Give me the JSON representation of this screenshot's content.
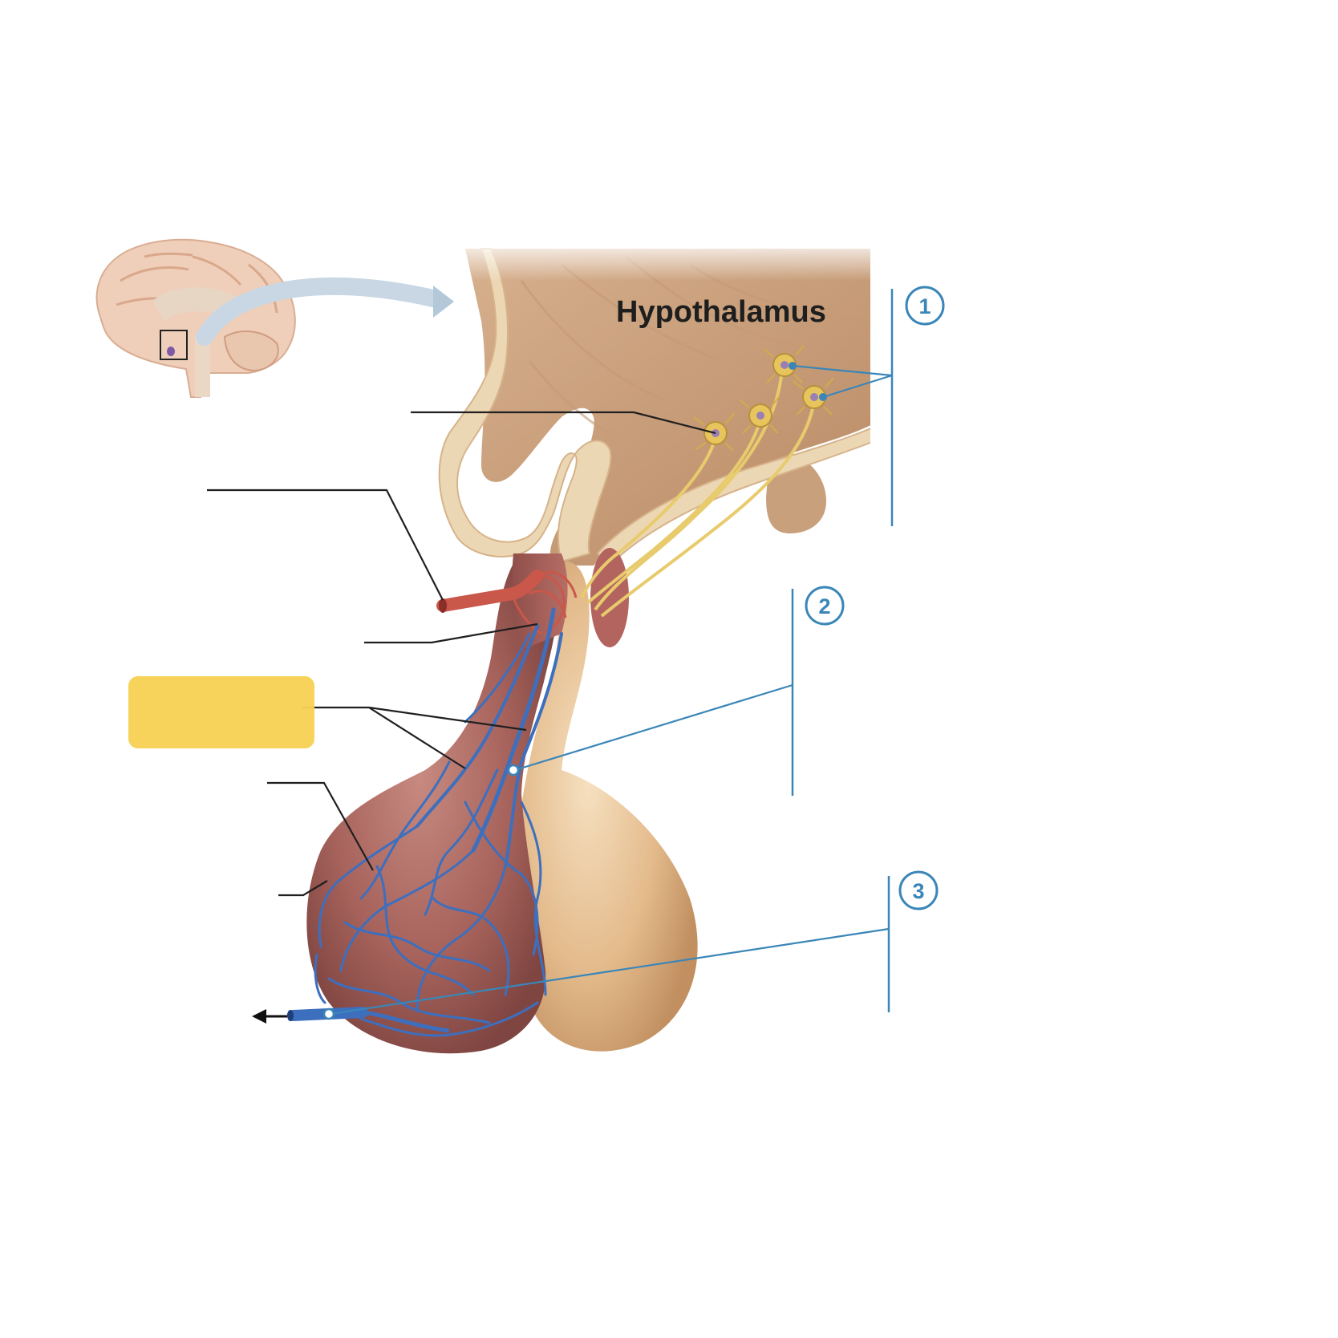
{
  "diagram": {
    "structure_label": "Hypothalamus",
    "step_numbers": [
      "1",
      "2",
      "3"
    ],
    "masked_label_color": "#f7d154",
    "colors": {
      "tissue_tan": "#c9a27d",
      "tissue_light": "#ecd7b4",
      "anterior_lobe": "#a15d58",
      "posterior_lobe": "#e1b888",
      "artery_red": "#c9574a",
      "vein_blue": "#3d6fbf",
      "axon_yellow": "#e9cc6e",
      "step_blue": "#3a86b8",
      "leader_black": "#1f1f1f"
    },
    "icons": {
      "brain": "brain-thumbnail-icon",
      "arrow": "curved-arrow-icon",
      "outflow": "arrow-left-icon"
    }
  }
}
